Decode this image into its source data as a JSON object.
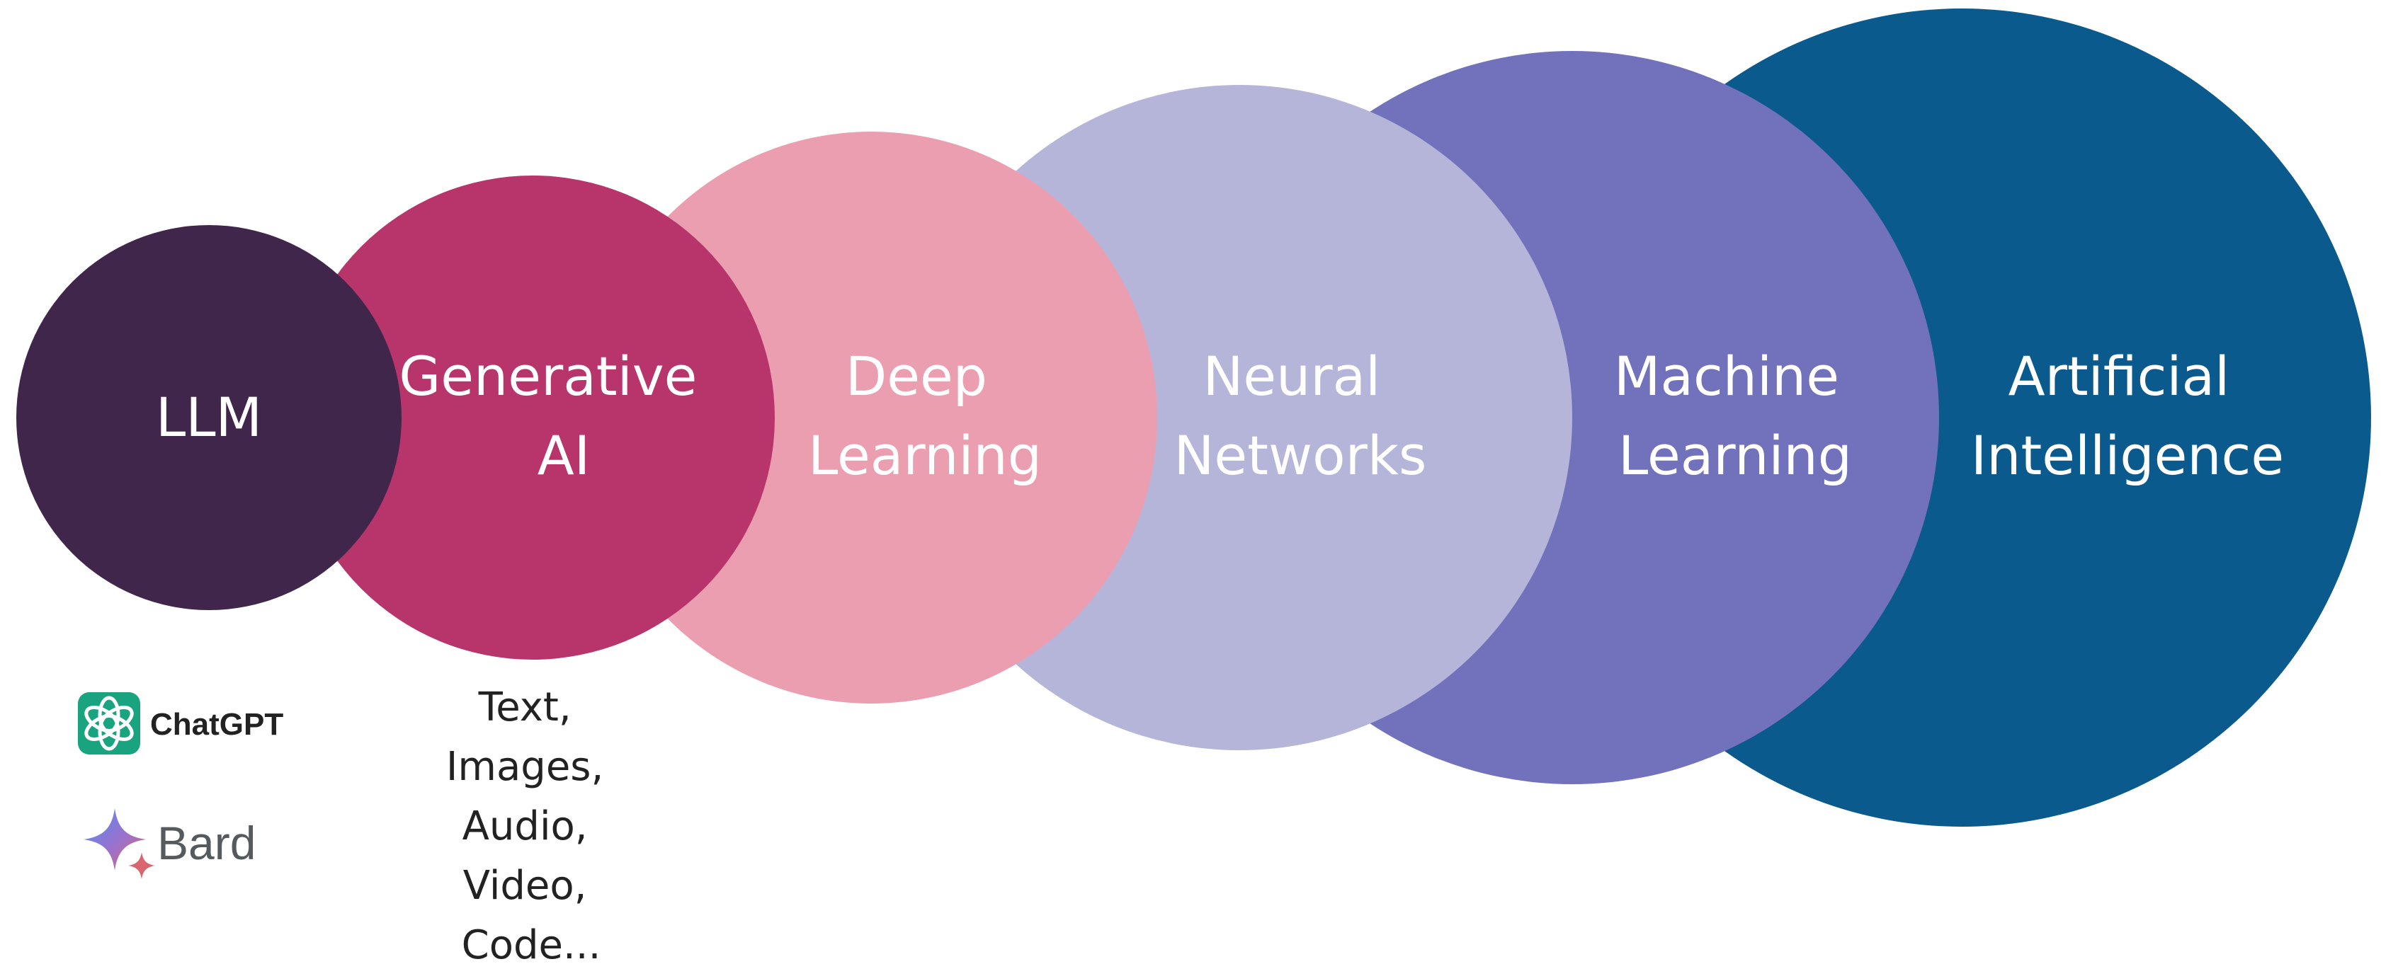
{
  "circles": [
    {
      "lines": [
        "Artificial",
        "Intelligence"
      ],
      "color": "#0b5a8e"
    },
    {
      "lines": [
        "Machine",
        "Learning"
      ],
      "color": "#7272bc"
    },
    {
      "lines": [
        "Neural",
        "Networks"
      ],
      "color": "#b5b5d9"
    },
    {
      "lines": [
        "Deep",
        "Learning"
      ],
      "color": "#eb9eaf"
    },
    {
      "lines": [
        "Generative",
        "AI"
      ],
      "color": "#b8356b"
    },
    {
      "lines": [
        "LLM"
      ],
      "color": "#40264a"
    }
  ],
  "generative_ai_outputs": [
    "Text,",
    "Images,",
    "Audio,",
    "Video,",
    "Code..."
  ],
  "llm_examples": [
    {
      "name": "ChatGPT",
      "icon": "chatgpt-logo-icon",
      "color": "#19a37f"
    },
    {
      "name": "Bard",
      "icon": "bard-sparkle-icon",
      "color": "#6f7bd6"
    }
  ]
}
